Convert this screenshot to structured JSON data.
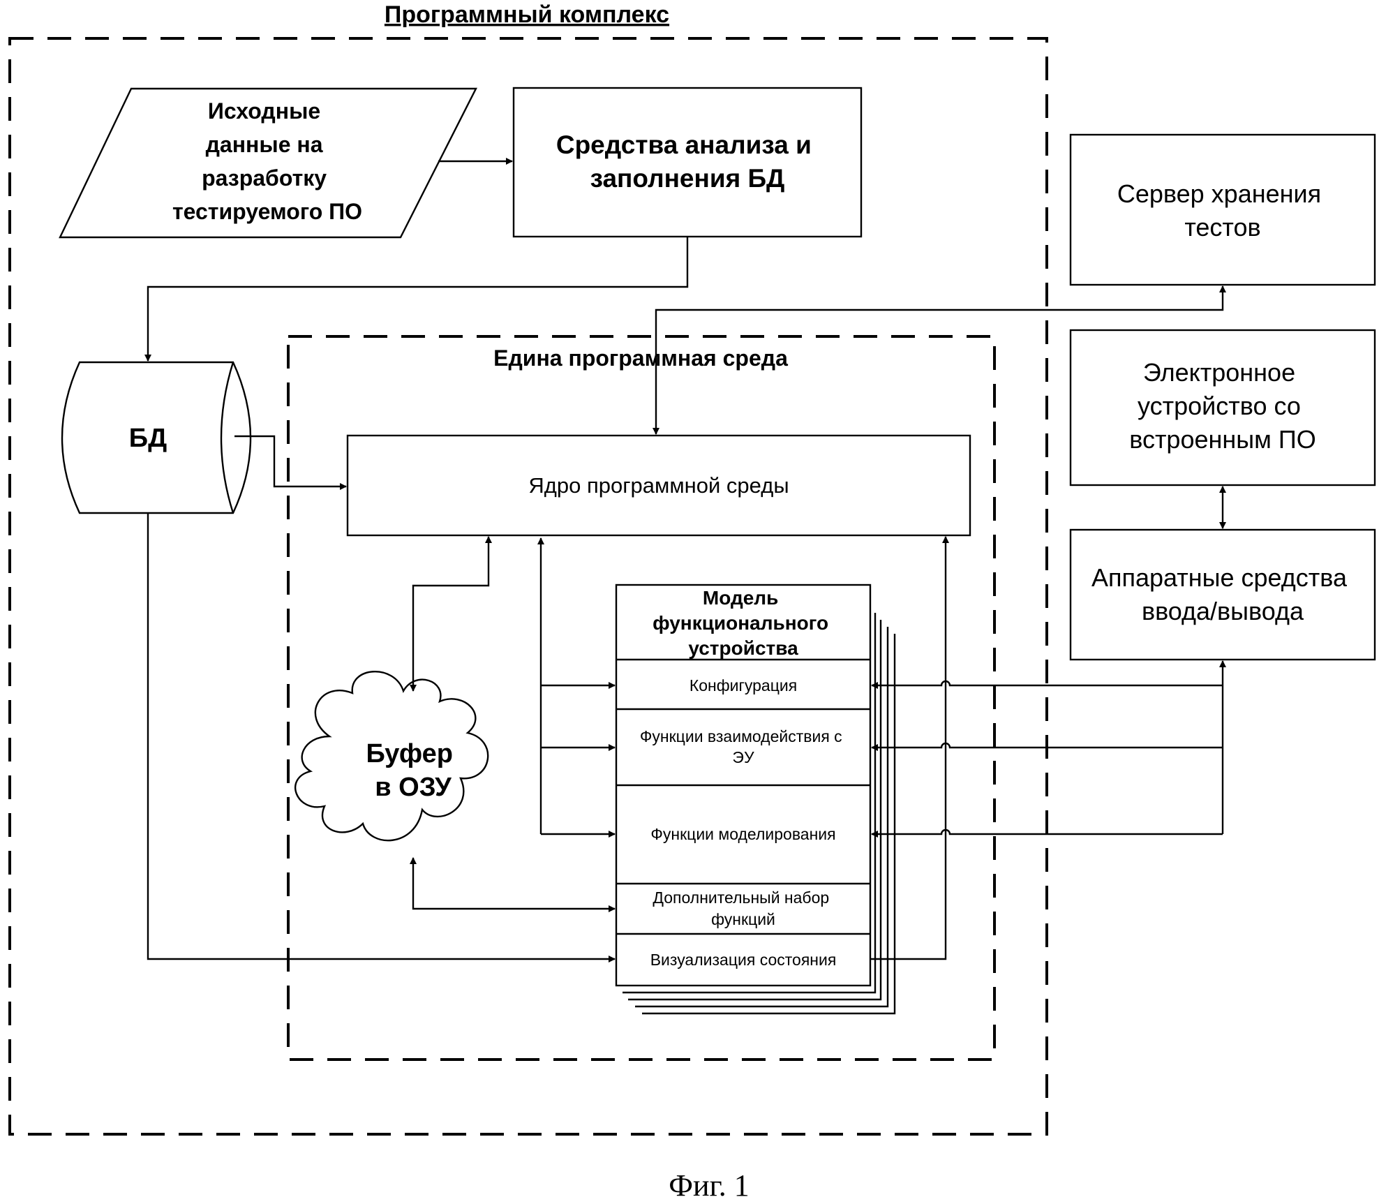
{
  "complex_title": "Программный комплекс",
  "source_data": [
    "Исходные",
    "данные на",
    "разработку",
    "тестируемого ПО"
  ],
  "analysis_tools": [
    "Средства анализа и",
    "заполнения БД"
  ],
  "db_label": "БД",
  "env_title": "Едина программная среда",
  "core_label": "Ядро программной среды",
  "buffer": [
    "Буфер",
    "в ОЗУ"
  ],
  "model": {
    "title": [
      "Модель",
      "функционального",
      "устройства"
    ],
    "config": "Конфигурация",
    "interaction": [
      "Функции взаимодействия с",
      "ЭУ"
    ],
    "modeling": "Функции моделирования",
    "extra": [
      "Дополнительный набор",
      "функций"
    ],
    "visualization": "Визуализация состояния"
  },
  "test_server": [
    "Сервер хранения",
    "тестов"
  ],
  "device": [
    "Электронное",
    "устройство со",
    "встроенным ПО"
  ],
  "io_hardware": [
    "Аппаратные средства",
    "ввода/вывода"
  ],
  "caption": "Фиг. 1"
}
